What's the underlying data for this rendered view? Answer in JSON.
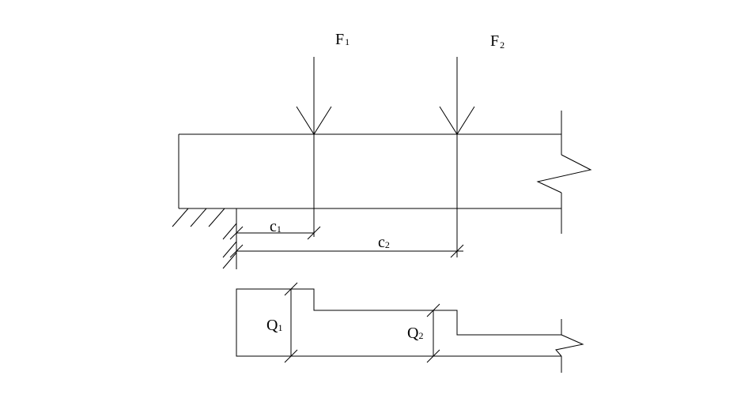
{
  "labels": {
    "F1": {
      "main": "F",
      "sub": "1"
    },
    "F2": {
      "main": "F",
      "sub": "2"
    },
    "c1": {
      "main": "c",
      "sub": "1"
    },
    "c2": {
      "main": "c",
      "sub": "2"
    },
    "Q1": {
      "main": "Q",
      "sub": "1"
    },
    "Q2": {
      "main": "Q",
      "sub": "2"
    }
  },
  "colors": {
    "ink": "#000000",
    "background": "#ffffff"
  }
}
